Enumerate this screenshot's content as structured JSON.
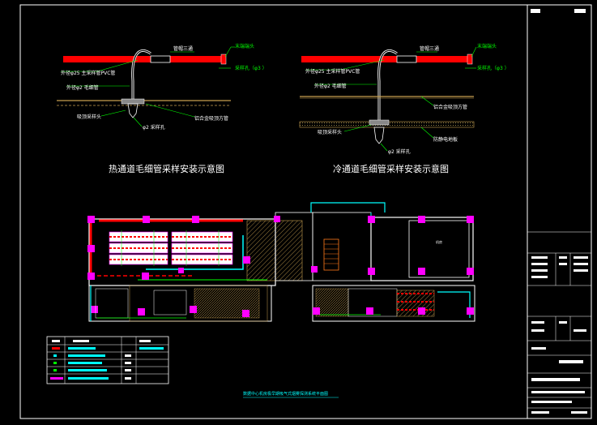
{
  "diagram_hot": {
    "caption": "热通道毛细管采样安装示意图",
    "label_pipe": "外径φ25 主采样管PVC管",
    "label_capillary": "外径φ2 毛细管",
    "label_tee": "管帽三通",
    "label_endcap": "末端端头",
    "label_hole": "采样孔（φ3 ）",
    "label_ceiling": "铝合金吸顶方管",
    "label_nozzle": "吸顶采样头",
    "label_fitting": "φ2 采样孔"
  },
  "diagram_cold": {
    "caption": "冷通道毛细管采样安装示意图",
    "label_pipe": "外径φ25 主采样管PVC管",
    "label_capillary": "外径φ2 毛细管",
    "label_tee": "管帽三通",
    "label_endcap": "末端端头",
    "label_hole": "采样孔（φ3 ）",
    "label_ceiling": "铝合金吸顶方管",
    "label_floor": "防静电地板",
    "label_nozzle": "吸顶采样头",
    "label_fitting": "φ2 采样孔"
  },
  "floorplan": {
    "room_label": "机房",
    "title": "数据中心机房极早期吸气式烟雾探测系统平面图"
  },
  "colors": {
    "pipe_red": "#ff0000",
    "leader_green": "#00ff00",
    "magenta": "#ff00ff",
    "cyan": "#00ffff",
    "hatch": "#c8a050",
    "border": "#ffffff"
  }
}
